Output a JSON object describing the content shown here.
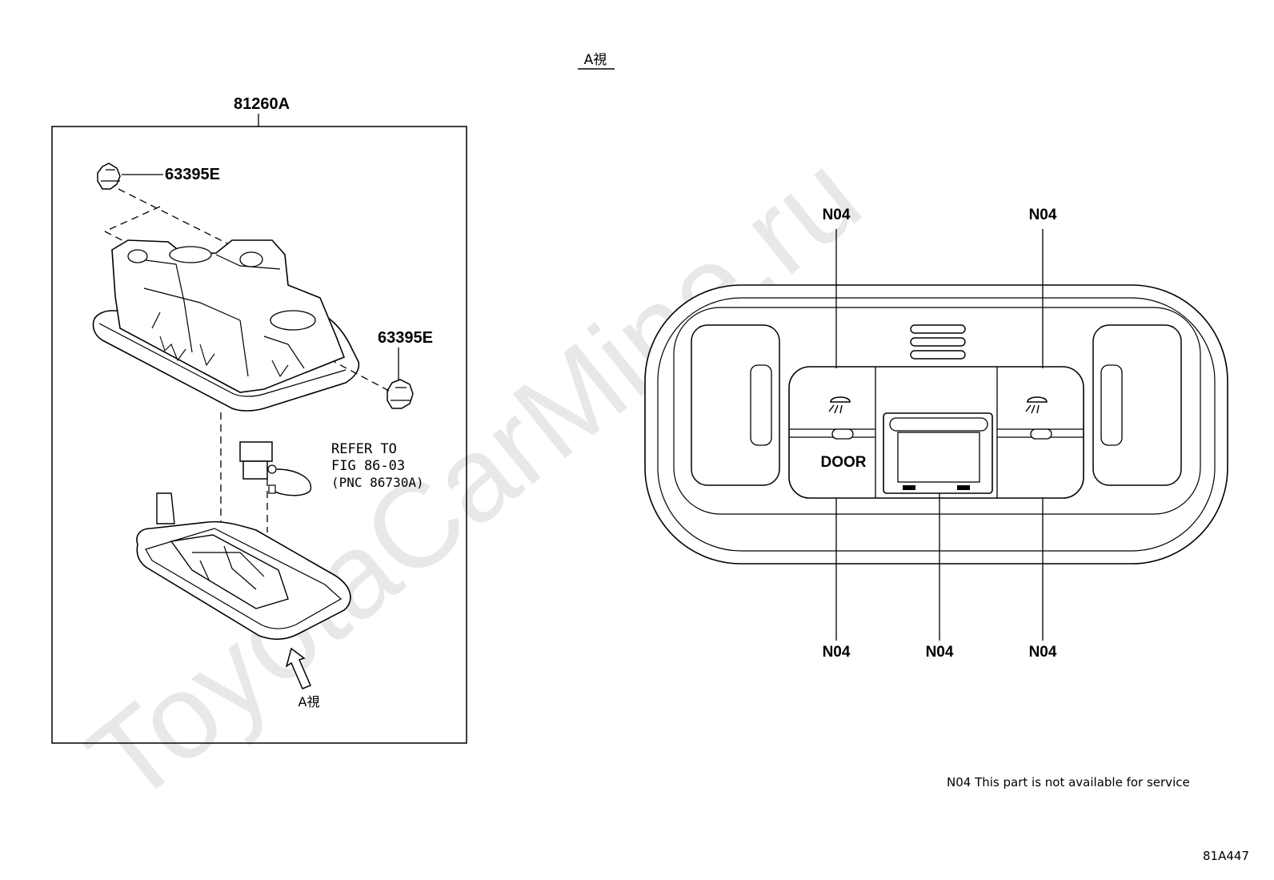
{
  "watermark": "ToyotaCarMine.ru",
  "left_panel": {
    "assembly_label": "81260A",
    "clip_label_top": "63395E",
    "clip_label_right": "63395E",
    "refer_note": [
      "REFER TO",
      "FIG 86-03",
      "(PNC 86730A)"
    ],
    "view_arrow_label": "A視"
  },
  "right_panel": {
    "view_title": "A視",
    "switch_text": "DOOR",
    "callouts": {
      "top_left": "N04",
      "top_right": "N04",
      "bottom_left": "N04",
      "bottom_center": "N04",
      "bottom_right": "N04"
    }
  },
  "footnote": "N04 This part is not available for service",
  "figure_id": "81A447"
}
